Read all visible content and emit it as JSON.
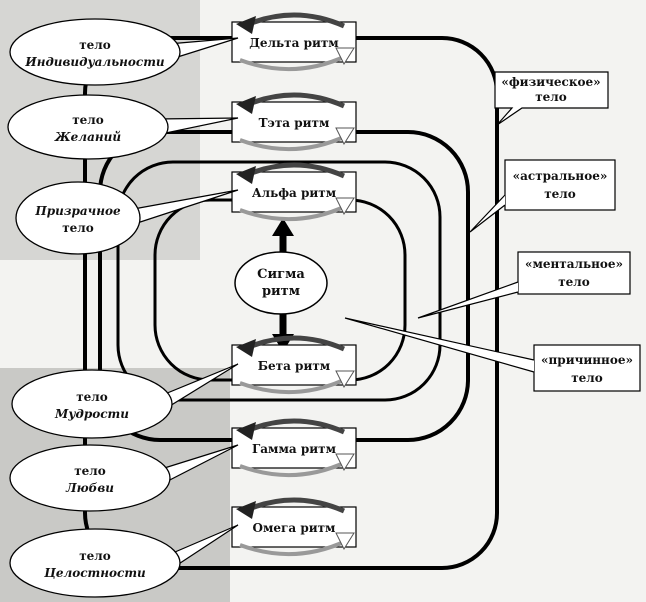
{
  "rhythms": [
    {
      "label": "Дельта ритм"
    },
    {
      "label": "Тэта ритм"
    },
    {
      "label": "Альфа ритм"
    },
    {
      "label": "Бета ритм"
    },
    {
      "label": "Гамма ритм"
    },
    {
      "label": "Омега ритм"
    }
  ],
  "center": {
    "line1": "Сигма",
    "line2": "ритм"
  },
  "left_bodies": [
    {
      "line1": "тело",
      "line2": "Индивидуальности"
    },
    {
      "line1": "тело",
      "line2": "Желаний"
    },
    {
      "line1": "Призрачное",
      "line2": "тело"
    },
    {
      "line1": "тело",
      "line2": "Мудрости"
    },
    {
      "line1": "тело",
      "line2": "Любви"
    },
    {
      "line1": "тело",
      "line2": "Целостности"
    }
  ],
  "right_bodies": [
    {
      "line1": "«физическое»",
      "line2": "тело"
    },
    {
      "line1": "«астральное»",
      "line2": "тело"
    },
    {
      "line1": "«ментальное»",
      "line2": "тело"
    },
    {
      "line1": "«причинное»",
      "line2": "тело"
    }
  ]
}
